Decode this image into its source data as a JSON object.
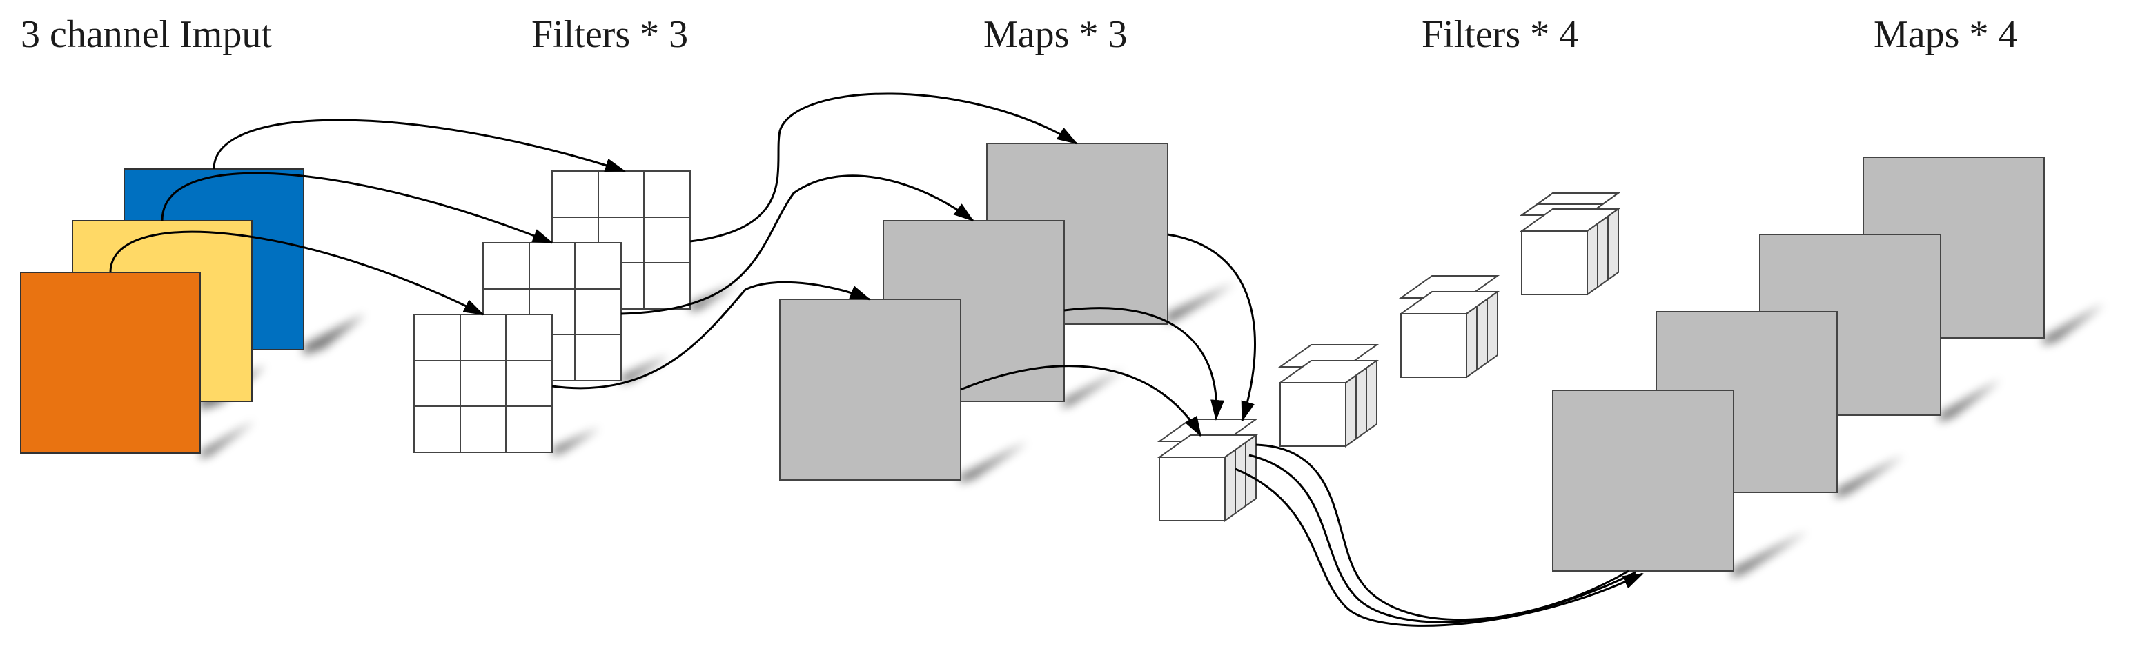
{
  "labels": {
    "input": "3 channel Imput",
    "filters1": "Filters * 3",
    "maps1": "Maps * 3",
    "filters2": "Filters * 4",
    "maps2": "Maps * 4"
  },
  "colors": {
    "channel_blue": "#0070C0",
    "channel_yellow": "#FFD966",
    "channel_orange": "#E97311",
    "map_gray": "#BDBDBD",
    "cube_side": "#E6E6E6",
    "arrow": "#000000"
  },
  "structure": {
    "input_channels": 3,
    "filter_grid": "3x3",
    "filters_stage1": 3,
    "maps_stage1": 3,
    "filters_stage2": 4,
    "maps_stage2": 4
  }
}
